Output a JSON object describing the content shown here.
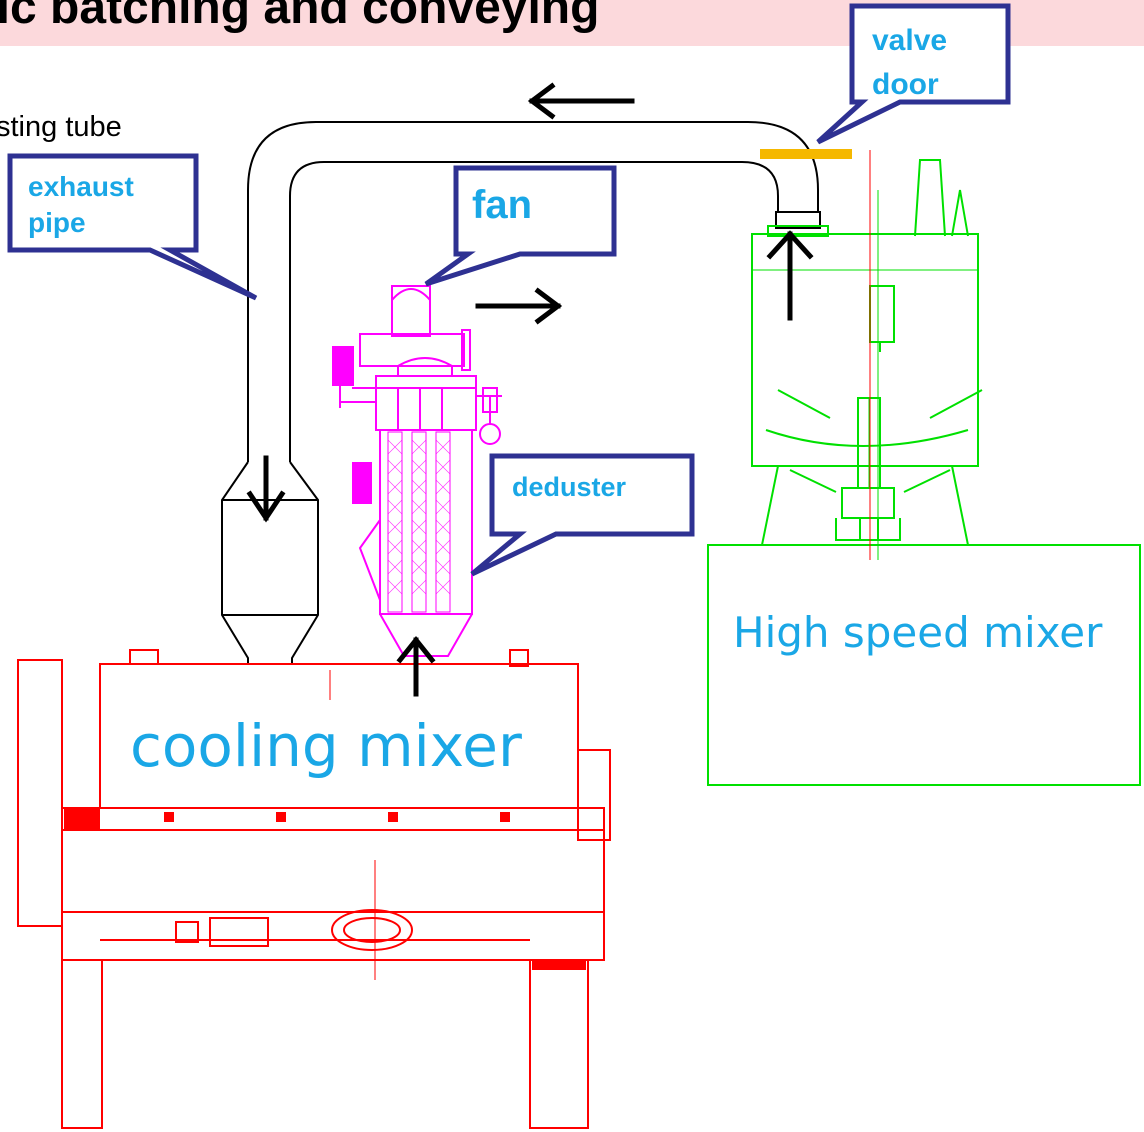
{
  "title": "atic batching and conveying",
  "labels": {
    "tube_partial": "sting tube",
    "exhaust_pipe_line1": "exhaust",
    "exhaust_pipe_line2": "pipe",
    "fan": "fan",
    "valve_line1": "valve",
    "valve_line2": "door",
    "deduster": "deduster",
    "high_speed_mixer": "High speed mixer",
    "cooling_mixer": "cooling mixer"
  },
  "colors": {
    "title_band": "#fcd9dc",
    "callout_border": "#2e3192",
    "callout_text": "#1aa7e6",
    "cooling_mixer": "#ff0000",
    "deduster": "#ff00ff",
    "high_speed_mixer": "#00e000",
    "valve": "#f5b800",
    "pipe": "#000000"
  }
}
